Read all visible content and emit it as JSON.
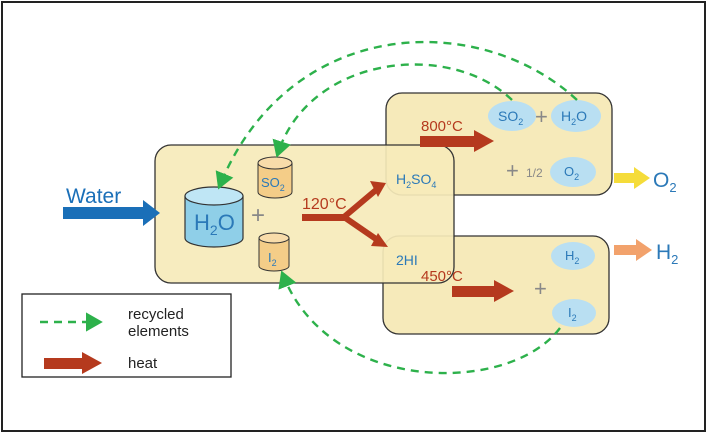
{
  "water_label": "Water",
  "center": {
    "h2o": [
      "H",
      "2",
      "O"
    ],
    "so2": [
      "SO",
      "2"
    ],
    "i2": [
      "I",
      "2"
    ],
    "temperature": "120°C",
    "plus": "+"
  },
  "products": {
    "h2so4": [
      "H",
      "2",
      "SO",
      "4"
    ],
    "hi": "2HI"
  },
  "upper_box": {
    "temperature": "800°C",
    "so2": [
      "SO",
      "2"
    ],
    "h2o": [
      "H",
      "2",
      "O"
    ],
    "o2": [
      "O",
      "2"
    ],
    "half": "1/2",
    "plus": "+"
  },
  "lower_box": {
    "temperature": "450°C",
    "h2": [
      "H",
      "2"
    ],
    "i2": [
      "I",
      "2"
    ],
    "plus": "+"
  },
  "outputs": {
    "o2": [
      "O",
      "2"
    ],
    "h2": [
      "H",
      "2"
    ]
  },
  "legend": {
    "recycled_line1": "recycled",
    "recycled_line2": "elements",
    "heat": "heat"
  },
  "colors": {
    "box_fill": "#f6eaba",
    "heat_arrow": "#b53a1e",
    "water_arrow": "#1a6fb8",
    "recycle_dash": "#2db14b",
    "o2_arrow": "#f5dc3a",
    "h2_arrow": "#f2a26c",
    "molecule_bubble": "#b9dff2",
    "text_blue": "#2b79b8"
  }
}
